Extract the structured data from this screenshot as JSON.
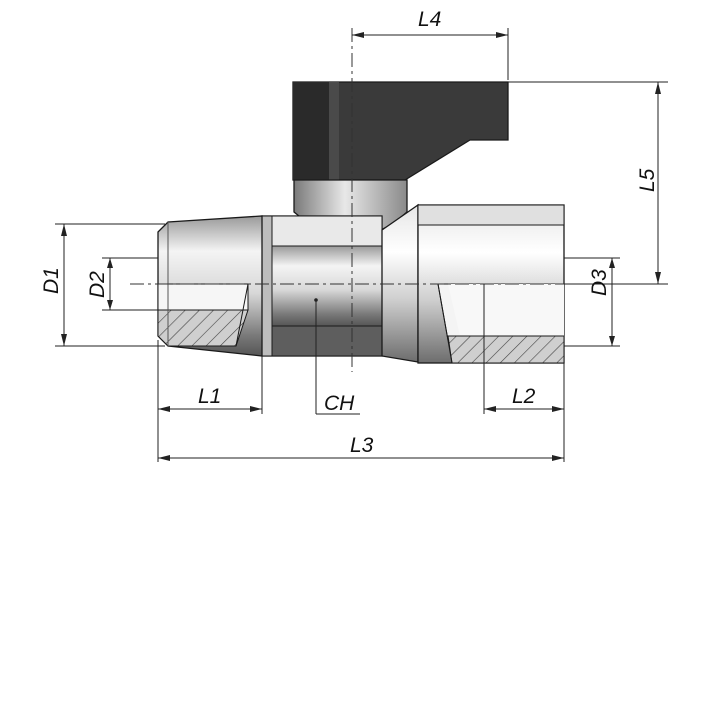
{
  "dimensions": {
    "D1": "D1",
    "D2": "D2",
    "D3": "D3",
    "L1": "L1",
    "L2": "L2",
    "L3": "L3",
    "L4": "L4",
    "L5": "L5",
    "CH": "CH"
  },
  "colors": {
    "handle": "#333333",
    "metal_light": "#f0f0f0",
    "metal_dark": "#6a6a6a",
    "hatch": "#555555"
  }
}
